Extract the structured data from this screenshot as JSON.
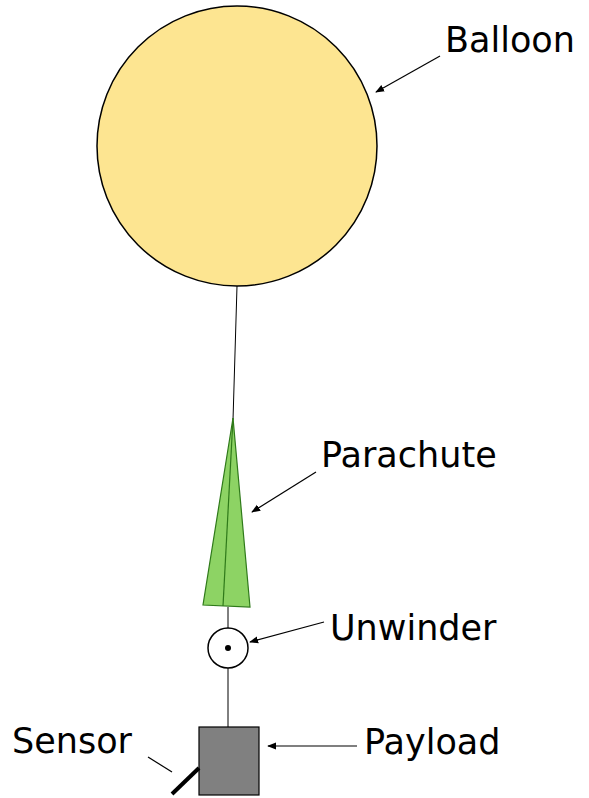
{
  "diagram": {
    "labels": [
      "Balloon",
      "Parachute",
      "Unwinder",
      "Sensor",
      "Payload"
    ]
  }
}
